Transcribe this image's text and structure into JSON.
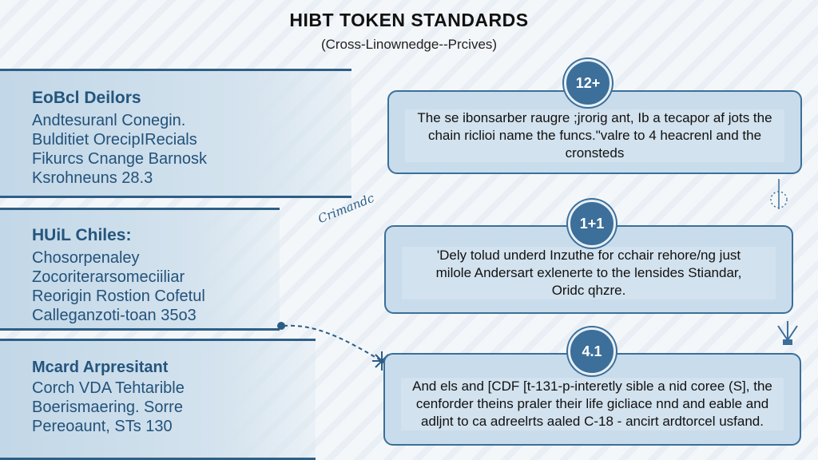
{
  "header": {
    "title": "HIBT TOKEN STANDARDS",
    "subtitle": "(Cross-Linownedge--Prcives)"
  },
  "left_panels": [
    {
      "heading": "EoBcl Deilors",
      "lines": [
        "Andtesuranl Conegin.",
        "Bulditiet OrecipIRecials",
        "Fikurcs Cnange Barnosk",
        "Ksrohneuns 28.3"
      ]
    },
    {
      "heading": "HUiL Chiles:",
      "lines": [
        "Chosorpenaley",
        "Zocoriterarsomeciiliar",
        "Reorigin Rostion Cofetul",
        "Calleganzoti-toan 35o3"
      ]
    },
    {
      "heading": "Mcard Arpresitant",
      "lines": [
        "Corch VDA Tehtarible",
        "Boerismaering. Sorre",
        "Pereoaunt, STs 130"
      ]
    }
  ],
  "right_boxes": [
    {
      "badge": "12+",
      "text": "The se ibonsarber raugre ;jrorig ant, Ib a tecapor af jots the chain riclioi name the funcs.\"valre to 4 heacrenl and the cronsteds"
    },
    {
      "badge": "1+1",
      "text": "'Dely tolud underd Inzuthe for cchair rehore/ng just milole Andersart exlenerte to the lensides Stiandar, Oridc qhzre."
    },
    {
      "badge": "4.1",
      "text": "And els and [CDF [t-131-p-interetly sible a nid coree (S], the cenforder theins praler their life gicliace nnd and eable and adljnt to ca adreelrts aaled C-18 - ancirt ardtorcel usfand."
    }
  ],
  "annotation": "Crimandc",
  "colors": {
    "accent": "#3c6f9a",
    "panel": "#c9dceb",
    "text": "#23527a"
  }
}
